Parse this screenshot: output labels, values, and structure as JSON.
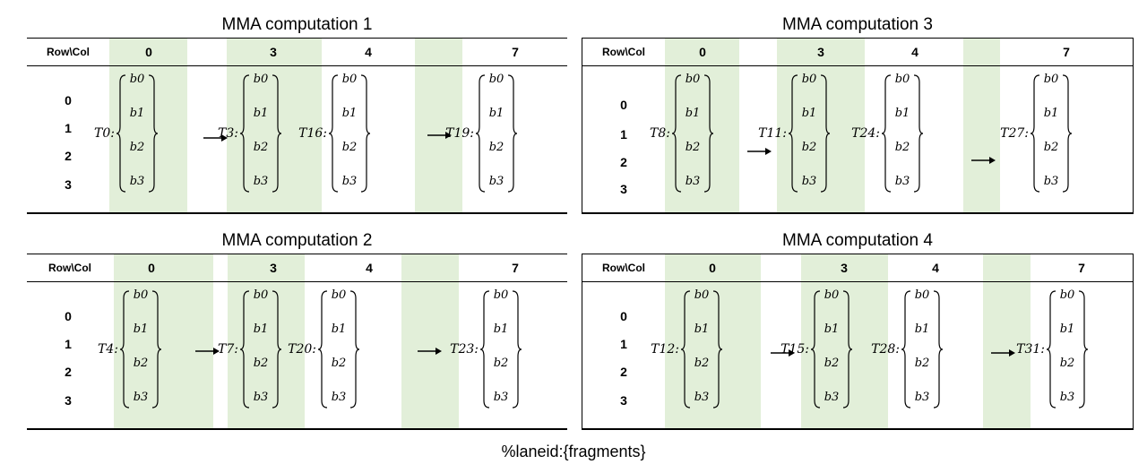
{
  "panels": [
    {
      "title": "MMA computation 1",
      "corner": "Row\\Col",
      "columns": [
        "0",
        "3",
        "4",
        "7"
      ],
      "rows": [
        "0",
        "1",
        "2",
        "3"
      ],
      "threads": [
        "T0:",
        "T3:",
        "T16:",
        "T19:"
      ]
    },
    {
      "title": "MMA computation 3",
      "corner": "Row\\Col",
      "columns": [
        "0",
        "3",
        "4",
        "7"
      ],
      "rows": [
        "0",
        "1",
        "2",
        "3"
      ],
      "threads": [
        "T8:",
        "T11:",
        "T24:",
        "T27:"
      ]
    },
    {
      "title": "MMA computation 2",
      "corner": "Row\\Col",
      "columns": [
        "0",
        "3",
        "4",
        "7"
      ],
      "rows": [
        "0",
        "1",
        "2",
        "3"
      ],
      "threads": [
        "T4:",
        "T7:",
        "T20:",
        "T23:"
      ]
    },
    {
      "title": "MMA computation 4",
      "corner": "Row\\Col",
      "columns": [
        "0",
        "3",
        "4",
        "7"
      ],
      "rows": [
        "0",
        "1",
        "2",
        "3"
      ],
      "threads": [
        "T12:",
        "T15:",
        "T28:",
        "T31:"
      ]
    }
  ],
  "fragments": [
    "b0",
    "b1",
    "b2",
    "b3"
  ],
  "footer": "%laneid:{fragments}",
  "colors": {
    "shade": "#e2efd9",
    "line": "#000000"
  }
}
